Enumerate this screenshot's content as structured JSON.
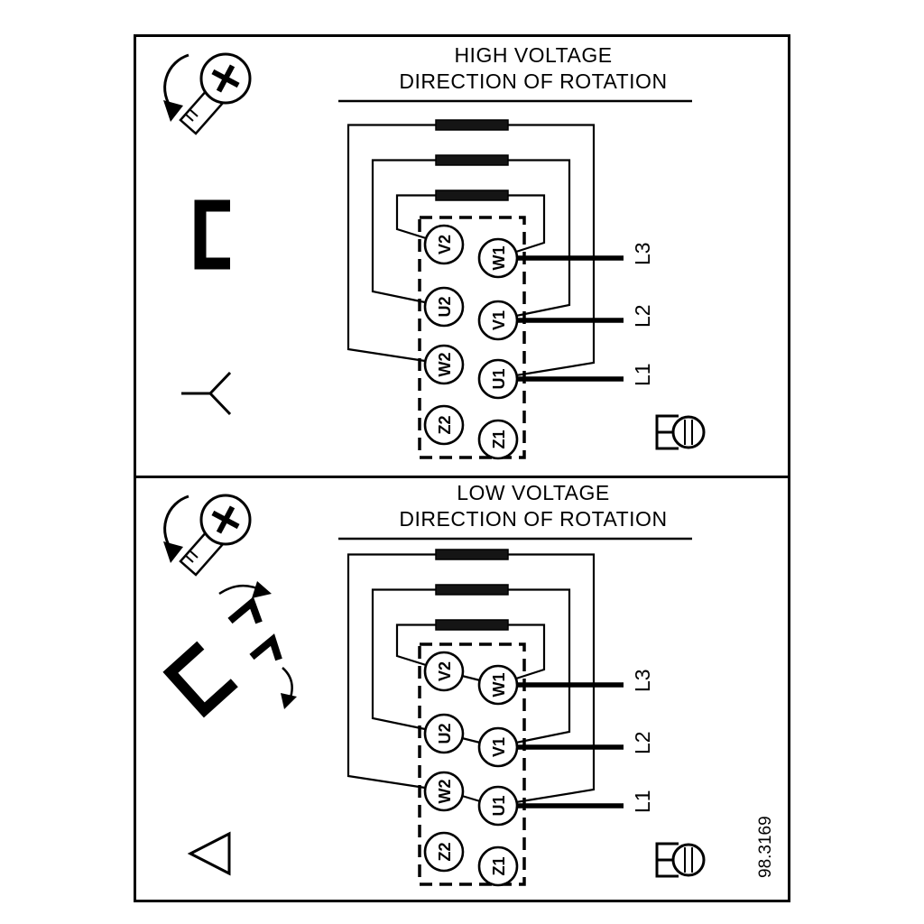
{
  "drawing_number": "98.3169",
  "panels": {
    "high": {
      "title_line1": "HIGH VOLTAGE",
      "title_line2": "DIRECTION OF ROTATION",
      "connection": "star",
      "terminals": {
        "v2": "V2",
        "w1": "W1",
        "u2": "U2",
        "v1": "V1",
        "w2": "W2",
        "u1": "U1",
        "z2": "Z2",
        "z1": "Z1"
      },
      "lines": {
        "l3": "L3",
        "l2": "L2",
        "l1": "L1"
      }
    },
    "low": {
      "title_line1": "LOW VOLTAGE",
      "title_line2": "DIRECTION OF ROTATION",
      "connection": "delta",
      "terminals": {
        "v2": "V2",
        "w1": "W1",
        "u2": "U2",
        "v1": "V1",
        "w2": "W2",
        "u1": "U1",
        "z2": "Z2",
        "z1": "Z1"
      },
      "lines": {
        "l3": "L3",
        "l2": "L2",
        "l1": "L1"
      }
    }
  },
  "symbols": {
    "screw_icon": "screw-with-rotation-arrow",
    "high_link_icon": "single-jumper-link",
    "low_link_icon": "jumper-links-with-arrows",
    "star_icon": "star-connection",
    "delta_icon": "delta-connection",
    "ground_icon": "terminal-screw"
  },
  "colors": {
    "ink": "#000000",
    "background": "#ffffff"
  }
}
